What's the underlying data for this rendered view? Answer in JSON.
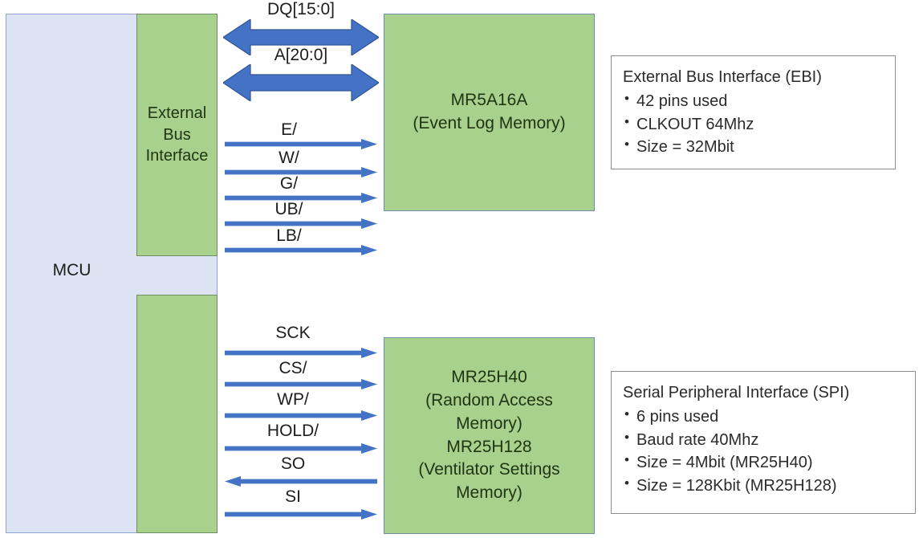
{
  "diagram": {
    "mcu": {
      "label": "MCU",
      "interfaces": [
        {
          "id": "ebi",
          "label": "External\nBus\nInterface"
        },
        {
          "id": "spi",
          "label": ""
        }
      ]
    },
    "memories": [
      {
        "id": "mr5a16a",
        "label": "MR5A16A\n(Event Log Memory)"
      },
      {
        "id": "mr25h",
        "label": "MR25H40\n(Random Access\nMemory)\nMR25H128\n(Ventilator Settings\nMemory)"
      }
    ],
    "buses": [
      {
        "id": "dq",
        "label": "DQ[15:0]",
        "direction": "bidirectional",
        "style": "wide"
      },
      {
        "id": "a",
        "label": "A[20:0]",
        "direction": "bidirectional",
        "style": "wide"
      }
    ],
    "ebi_signals": [
      {
        "id": "e",
        "label": "E/",
        "direction": "right"
      },
      {
        "id": "w",
        "label": "W/",
        "direction": "right"
      },
      {
        "id": "g",
        "label": "G/",
        "direction": "right"
      },
      {
        "id": "ub",
        "label": "UB/",
        "direction": "right"
      },
      {
        "id": "lb",
        "label": "LB/",
        "direction": "right"
      }
    ],
    "spi_signals": [
      {
        "id": "sck",
        "label": "SCK",
        "direction": "right"
      },
      {
        "id": "cs",
        "label": "CS/",
        "direction": "right"
      },
      {
        "id": "wp",
        "label": "WP/",
        "direction": "right"
      },
      {
        "id": "hold",
        "label": "HOLD/",
        "direction": "right"
      },
      {
        "id": "so",
        "label": "SO",
        "direction": "left"
      },
      {
        "id": "si",
        "label": "SI",
        "direction": "right"
      }
    ],
    "notes": [
      {
        "id": "ebi-note",
        "title": "External Bus Interface (EBI)",
        "items": [
          "42 pins used",
          "CLKOUT 64Mhz",
          "Size = 32Mbit"
        ]
      },
      {
        "id": "spi-note",
        "title": "Serial Peripheral Interface (SPI)",
        "items": [
          "6 pins used",
          "Baud rate 40Mhz",
          "Size = 4Mbit (MR25H40)",
          "Size = 128Kbit (MR25H128)"
        ]
      }
    ],
    "colors": {
      "mcu_fill": "#dce3f2",
      "mcu_border": "#8ea4d2",
      "block_fill": "#a9d18e",
      "block_border": "#6d8f63",
      "arrow_fill": "#4472c4",
      "arrow_edge": "#2f5597",
      "note_border": "#8c8c8c",
      "text": "#1d1d1d"
    }
  }
}
